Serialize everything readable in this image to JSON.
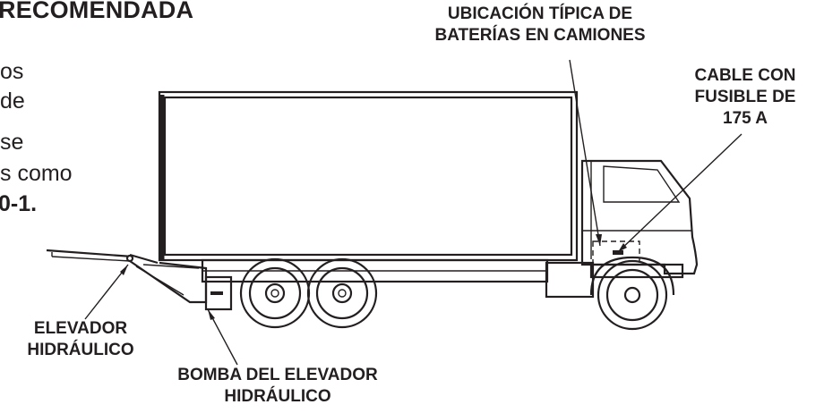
{
  "heading": "RECOMENDADA",
  "body_text": {
    "line1": "os",
    "line2": "de",
    "line3": "se",
    "line4": "s como",
    "line5": "0-1."
  },
  "labels": {
    "battery_location": [
      "UBICACIÓN TÍPICA DE",
      "BATERÍAS EN CAMIONES"
    ],
    "fused_cable": [
      "CABLE CON",
      "FUSIBLE DE",
      "175 A"
    ],
    "hydraulic_lift": [
      "ELEVADOR",
      "HIDRÁULICO"
    ],
    "lift_pump": [
      "BOMBA DEL ELEVADOR",
      "HIDRÁULICO"
    ]
  }
}
